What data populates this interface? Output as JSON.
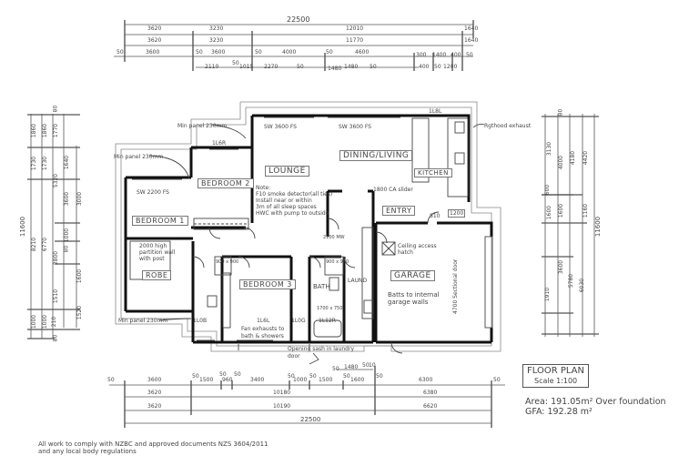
{
  "drawing": {
    "title": "FLOOR PLAN",
    "scale": "Scale 1:100",
    "area": "Area: 191.05m² Over foundation",
    "gfa": "GFA: 192.28 m²",
    "footer_line1": "All work to comply with NZBC and approved documents NZS 3604/2011",
    "footer_line2": "and any local body regulations"
  },
  "rooms": {
    "lounge": "LOUNGE",
    "dining_living": "DINING/LIVING",
    "kitchen": "KITCHEN",
    "bedroom1": "BEDROOM 1",
    "bedroom2": "BEDROOM 2",
    "bedroom3": "BEDROOM 3",
    "robe": "ROBE",
    "entry": "ENTRY",
    "garage": "GARAGE",
    "bath": "BATH",
    "laund": "LAUND"
  },
  "annotations": {
    "min_panel_top": "Min panel 230mm",
    "min_panel_mid": "Min panel 230mm",
    "min_panel_bottom": "Min panel 230mm",
    "rangehood": "Rgthood exhaust",
    "window_lounge": "SW 3600 FS",
    "window_dining": "SW 3600 FS",
    "window_bed1": "SW 2200 FS",
    "slider": "1800 CA slider",
    "partition": "2000 high partition wall with post",
    "ceiling_access": "Ceiling access hatch",
    "garage_walls": "Batts to internal garage walls",
    "sectional_door": "4700 Sectional door",
    "fan_exhausts": "Fan exhausts to",
    "fan_exhausts2": "bath & showers",
    "opening_sash": "Opening sash in laundry",
    "opening_sash2": "door",
    "shower_bed3": "900 x 900",
    "shower_bath": "900 x 900",
    "bath_size": "1700 x 750",
    "door_bath": "2100 MW",
    "note_title": "Note:",
    "note_lines": [
      "F10 smoke detector(all ties)",
      "Install near or within",
      "3m of all sleep spaces",
      "HWC with pump to outside"
    ],
    "win_1l6r": "1L6R",
    "win_1l8l": "1L8L",
    "win_1l0b": "1L0B",
    "win_1l6l": "1L6L",
    "win_1l0g": "1L0G",
    "win_1l12r": "1L12R",
    "door_810": "810",
    "door_1200": "1200"
  },
  "dimensions": {
    "top": {
      "overall": "22500",
      "row1": [
        "3620",
        "3230",
        "12010",
        "1640"
      ],
      "row2": [
        "3620",
        "3230",
        "11770",
        "1640"
      ],
      "row3": [
        "50",
        "3600",
        "50",
        "3600",
        "50",
        "4000",
        "50",
        "4600",
        "300",
        "1400",
        "400",
        "50"
      ],
      "row4": [
        "2110",
        "50",
        "1015",
        "2270",
        "50",
        "1480",
        "1480",
        "50",
        "400",
        "50",
        "1200"
      ]
    },
    "bottom": {
      "row1": [
        "50",
        "3600",
        "50",
        "1500",
        "50",
        "960",
        "50",
        "3400",
        "50",
        "1000",
        "50",
        "1500",
        "50",
        "1600",
        "50",
        "6300",
        "50"
      ],
      "row_top": [
        "50",
        "1480",
        "50",
        "10"
      ],
      "row2": [
        "3620",
        "10180",
        "6380"
      ],
      "row3": [
        "3620",
        "10190",
        "6620"
      ],
      "overall": "22500"
    },
    "left": {
      "overall": "11600",
      "col1": [
        "1860",
        "1730",
        "8210",
        "1000"
      ],
      "col2": [
        "1860",
        "1730",
        "6770",
        "1000"
      ],
      "col3": [
        "80",
        "1770",
        "5320",
        "2800",
        "1510",
        "210",
        "80"
      ],
      "col4": [
        "1640",
        "3600",
        "1000",
        "80",
        "3000",
        "1600",
        "1520"
      ]
    },
    "right": {
      "overall": "11600",
      "col1": [
        "3130",
        "600",
        "1600",
        "1910"
      ],
      "col2": [
        "80",
        "4000",
        "1600",
        "3600",
        "5780"
      ],
      "col3": [
        "4180",
        "1160",
        "6030"
      ],
      "col4": [
        "4420"
      ]
    }
  }
}
